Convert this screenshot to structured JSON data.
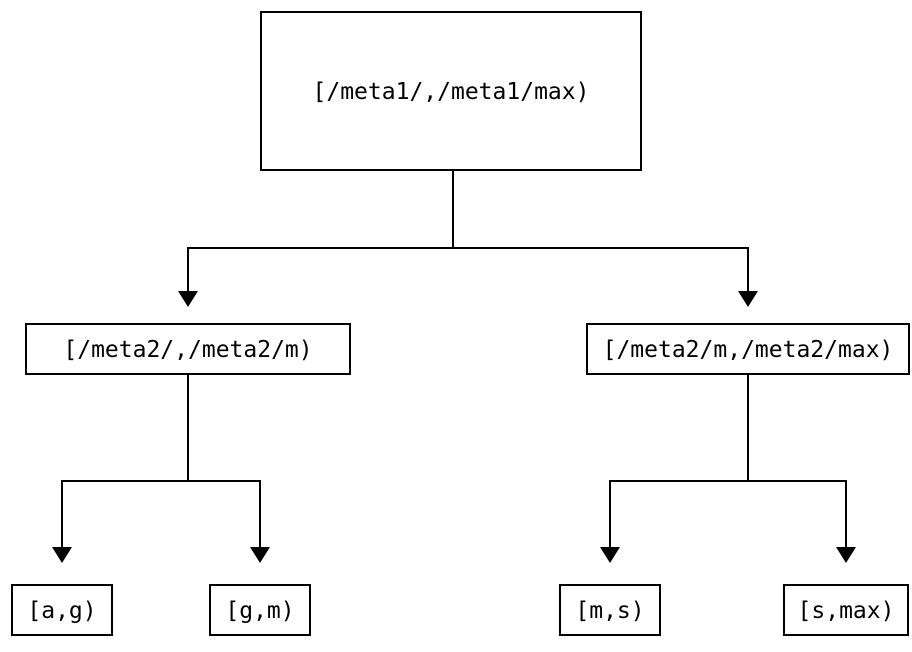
{
  "diagram": {
    "type": "binary-tree",
    "colors": {
      "background": "#ffffff",
      "line": "#000000",
      "text": "#000000"
    },
    "nodes": {
      "root": {
        "label": "[/meta1/,/meta1/max)"
      },
      "meta2_low": {
        "label": "[/meta2/,/meta2/m)"
      },
      "meta2_high": {
        "label": "[/meta2/m,/meta2/max)"
      },
      "leaf_ag": {
        "label": "[a,g)"
      },
      "leaf_gm": {
        "label": "[g,m)"
      },
      "leaf_ms": {
        "label": "[m,s)"
      },
      "leaf_smax": {
        "label": "[s,max)"
      }
    },
    "edges": [
      {
        "from": "root",
        "to": "meta2_low"
      },
      {
        "from": "root",
        "to": "meta2_high"
      },
      {
        "from": "meta2_low",
        "to": "leaf_ag"
      },
      {
        "from": "meta2_low",
        "to": "leaf_gm"
      },
      {
        "from": "meta2_high",
        "to": "leaf_ms"
      },
      {
        "from": "meta2_high",
        "to": "leaf_smax"
      }
    ]
  }
}
